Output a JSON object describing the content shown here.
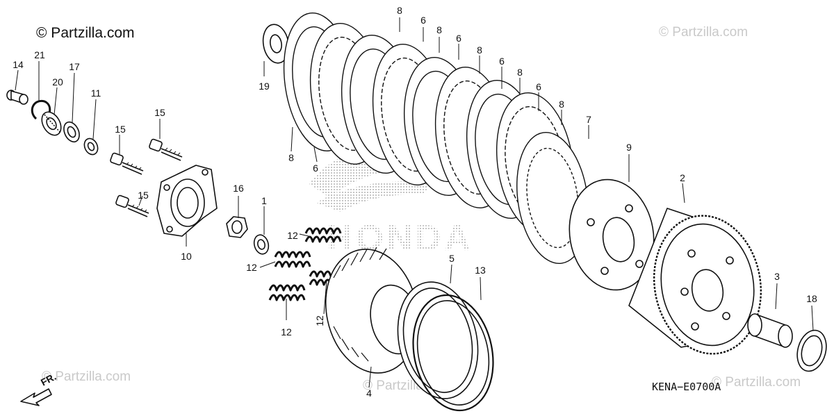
{
  "brand": "© Partzilla.com",
  "watermark": "© Partzilla.com",
  "diagram_code": "KENA−E0700A",
  "front_marker": "FR.",
  "logo_text": "HONDA",
  "colors": {
    "line": "#111111",
    "watermark": "#c9c9c9",
    "halftone": "#9a9a9a"
  },
  "callouts": [
    {
      "id": "14",
      "label": "14"
    },
    {
      "id": "21",
      "label": "21"
    },
    {
      "id": "20",
      "label": "20"
    },
    {
      "id": "17",
      "label": "17"
    },
    {
      "id": "11",
      "label": "11"
    },
    {
      "id": "15a",
      "label": "15"
    },
    {
      "id": "15b",
      "label": "15"
    },
    {
      "id": "15c",
      "label": "15"
    },
    {
      "id": "10",
      "label": "10"
    },
    {
      "id": "16",
      "label": "16"
    },
    {
      "id": "1",
      "label": "1"
    },
    {
      "id": "12a",
      "label": "12"
    },
    {
      "id": "12b",
      "label": "12"
    },
    {
      "id": "12c",
      "label": "12"
    },
    {
      "id": "12d",
      "label": "12"
    },
    {
      "id": "19",
      "label": "19"
    },
    {
      "id": "8a",
      "label": "8"
    },
    {
      "id": "6a",
      "label": "6"
    },
    {
      "id": "8b",
      "label": "8"
    },
    {
      "id": "6b",
      "label": "6"
    },
    {
      "id": "8c",
      "label": "8"
    },
    {
      "id": "6c",
      "label": "6"
    },
    {
      "id": "8d",
      "label": "8"
    },
    {
      "id": "6d",
      "label": "6"
    },
    {
      "id": "8e",
      "label": "8"
    },
    {
      "id": "8f",
      "label": "8"
    },
    {
      "id": "6e",
      "label": "6"
    },
    {
      "id": "7",
      "label": "7"
    },
    {
      "id": "9",
      "label": "9"
    },
    {
      "id": "2",
      "label": "2"
    },
    {
      "id": "3",
      "label": "3"
    },
    {
      "id": "18",
      "label": "18"
    },
    {
      "id": "5",
      "label": "5"
    },
    {
      "id": "13",
      "label": "13"
    },
    {
      "id": "4",
      "label": "4"
    }
  ]
}
